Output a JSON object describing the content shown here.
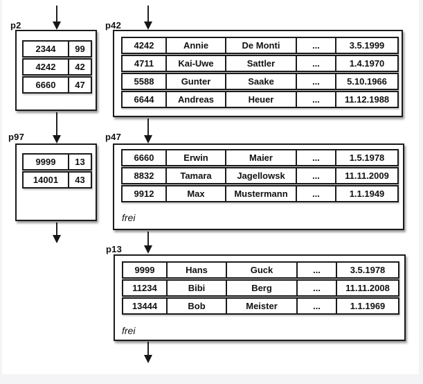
{
  "diagram": {
    "title_hint": "index and data pages",
    "pages": {
      "p2": {
        "label": "p2",
        "rows": [
          [
            "2344",
            "99"
          ],
          [
            "4242",
            "42"
          ],
          [
            "6660",
            "47"
          ]
        ]
      },
      "p97": {
        "label": "p97",
        "rows": [
          [
            "9999",
            "13"
          ],
          [
            "14001",
            "43"
          ]
        ]
      },
      "p42": {
        "label": "p42",
        "rows": [
          [
            "4242",
            "Annie",
            "De Monti",
            "...",
            "3.5.1999"
          ],
          [
            "4711",
            "Kai-Uwe",
            "Sattler",
            "...",
            "1.4.1970"
          ],
          [
            "5588",
            "Gunter",
            "Saake",
            "...",
            "5.10.1966"
          ],
          [
            "6644",
            "Andreas",
            "Heuer",
            "...",
            "11.12.1988"
          ]
        ]
      },
      "p47": {
        "label": "p47",
        "free_label": "frei",
        "rows": [
          [
            "6660",
            "Erwin",
            "Maier",
            "...",
            "1.5.1978"
          ],
          [
            "8832",
            "Tamara",
            "Jagellowsk",
            "...",
            "11.11.2009"
          ],
          [
            "9912",
            "Max",
            "Mustermann",
            "...",
            "1.1.1949"
          ]
        ]
      },
      "p13": {
        "label": "p13",
        "free_label": "frei",
        "rows": [
          [
            "9999",
            "Hans",
            "Guck",
            "...",
            "3.5.1978"
          ],
          [
            "11234",
            "Bibi",
            "Berg",
            "...",
            "11.11.2008"
          ],
          [
            "13444",
            "Bob",
            "Meister",
            "...",
            "1.1.1969"
          ]
        ]
      }
    },
    "colors": {
      "line": "#1a1a1a",
      "background": "#ffffff",
      "page_edge": "#f4f4f6"
    }
  }
}
